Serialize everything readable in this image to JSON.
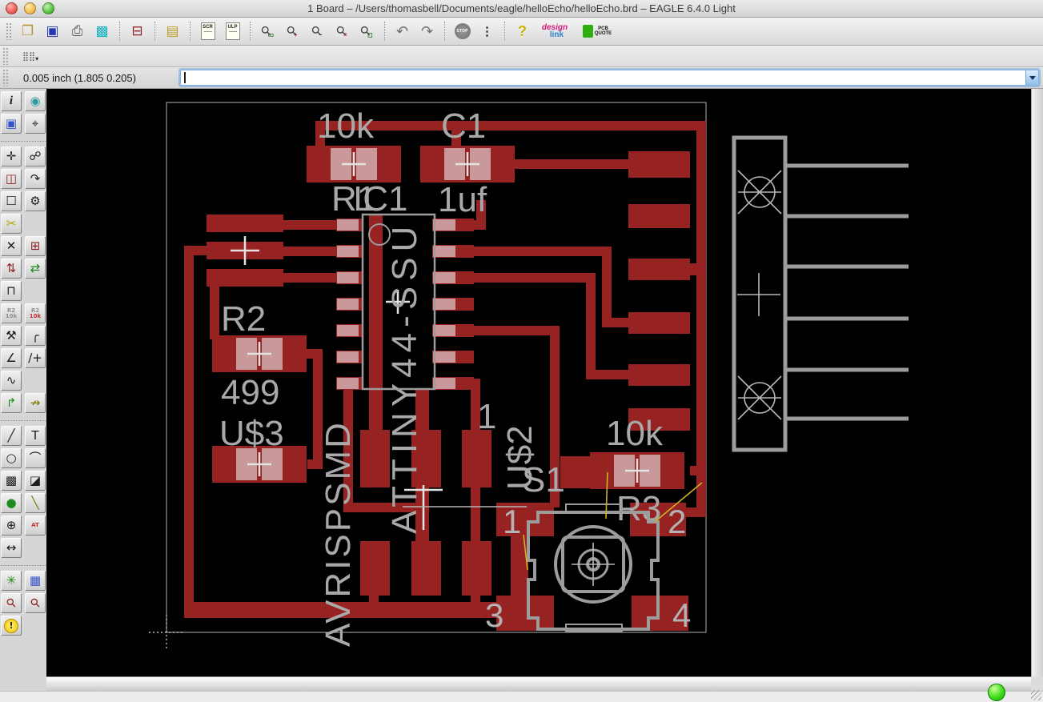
{
  "window": {
    "title": "1 Board – /Users/thomasbell/Documents/eagle/helloEcho/helloEcho.brd – EAGLE 6.4.0 Light"
  },
  "toolbar": {
    "open": {
      "glyph": "❐"
    },
    "save": {
      "glyph": "▣"
    },
    "print": {
      "glyph": "⎙"
    },
    "cam": {
      "glyph": "▩"
    },
    "switch_editor": {
      "glyph": "⊟"
    },
    "library": {
      "glyph": "▤"
    },
    "scr": {
      "line1": "SCR"
    },
    "ulp": {
      "line1": "ULP"
    },
    "zoom_fit": {
      "glyph": "⚲",
      "badge": "▭"
    },
    "zoom_in": {
      "glyph": "⚲",
      "badge": "+"
    },
    "zoom_out": {
      "glyph": "⚲",
      "badge": "−"
    },
    "zoom_select": {
      "glyph": "⚲",
      "badge": "="
    },
    "zoom_redraw": {
      "glyph": "⚲",
      "badge": "◻"
    },
    "undo": {
      "glyph": "↶"
    },
    "redo": {
      "glyph": "↷"
    },
    "stop": {
      "text": "STOP"
    },
    "traffic": {
      "glyph": "⋮"
    },
    "help": {
      "glyph": "?"
    },
    "design_link": {
      "line1": "design",
      "line2": "link"
    },
    "pcb_quote": {
      "line1": "PCB",
      "line2": "QUOTE"
    }
  },
  "grid_button": {
    "glyph": "⣿⣿",
    "caret": "▾"
  },
  "command_bar": {
    "coords": "0.005 inch (1.805 0.205)",
    "input_value": "",
    "placeholder": ""
  },
  "sidebar": {
    "tools": {
      "info": {
        "glyph": "i"
      },
      "show": {
        "glyph": "◉"
      },
      "display": {
        "glyph": "▣"
      },
      "mark": {
        "glyph": "⌖"
      },
      "move": {
        "glyph": "✛"
      },
      "copy": {
        "glyph": "☍"
      },
      "mirror": {
        "glyph": "◫"
      },
      "rotate": {
        "glyph": "↷"
      },
      "group": {
        "glyph": "☐"
      },
      "change": {
        "glyph": "⚙"
      },
      "cut": {
        "glyph": "✂"
      },
      "delete": {
        "glyph": "✕"
      },
      "add": {
        "glyph": "⊞"
      },
      "pinswap": {
        "glyph": "⇅"
      },
      "replace": {
        "glyph": "⇄"
      },
      "lock": {
        "glyph": "⊓"
      },
      "name": {
        "line1": "R2",
        "line2": "10k"
      },
      "value": {
        "line1": "R2",
        "line2": "10k"
      },
      "smash": {
        "glyph": "⚒"
      },
      "miter": {
        "glyph": "╭"
      },
      "split": {
        "glyph": "∠"
      },
      "optimize": {
        "glyph": "∕+"
      },
      "meander": {
        "glyph": "∿"
      },
      "route": {
        "glyph": "↱"
      },
      "ripup": {
        "glyph": "↛"
      },
      "wire": {
        "glyph": "╱"
      },
      "text": {
        "glyph": "T"
      },
      "circle": {
        "glyph": "○"
      },
      "arc": {
        "glyph": "⌒"
      },
      "rect": {
        "glyph": "▩"
      },
      "polygon": {
        "glyph": "◪"
      },
      "via": {
        "glyph": "●"
      },
      "signal": {
        "glyph": "╲"
      },
      "hole": {
        "glyph": "⊕"
      },
      "attribute": {
        "glyph": "AT"
      },
      "dimension": {
        "glyph": "↔"
      },
      "ratsnest": {
        "glyph": "✳"
      },
      "auto": {
        "glyph": "▦"
      },
      "drc": {
        "glyph": "⚲"
      },
      "erc": {
        "glyph": "⚲"
      },
      "errors": {
        "glyph": "!"
      }
    }
  },
  "board": {
    "labels": {
      "r1_value": "10k",
      "c1_name": "C1",
      "r1_name": "R1",
      "ic1_name": "IC1",
      "c1_value": "1uf",
      "r2_name": "R2",
      "r2_value": "499",
      "u3_name": "U$3",
      "ic1_value": "ATTINY44-SSU",
      "avrisp_name": "AVRISPSMD",
      "pin1": "1",
      "u2_name": "U$2",
      "s1_name": "S1",
      "r3_value": "10k",
      "r3_name": "R3",
      "s1_pad1": "1",
      "s1_pad2": "2",
      "s1_pad3": "3",
      "s1_pad4": "4"
    },
    "colors": {
      "copper": "#962222",
      "pad_cream": "#c9989a",
      "silkscreen": "#9c9c9c",
      "airwire": "#c9b41f",
      "background": "#000000"
    }
  },
  "status": {
    "ready_indicator": "green"
  }
}
